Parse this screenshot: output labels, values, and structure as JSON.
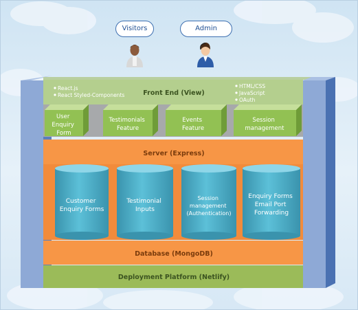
{
  "actors": [
    {
      "label": "Visitors"
    },
    {
      "label": "Admin"
    }
  ],
  "front_end": {
    "title": "Front End (View)",
    "left_tech": [
      "React.js",
      "React Styled-Components"
    ],
    "right_tech": [
      "HTML/CSS",
      "JavaScript",
      "OAuth"
    ],
    "features": [
      {
        "lines": [
          "User",
          "Enquiry",
          "Form"
        ]
      },
      {
        "lines": [
          "Testimonials",
          "Feature"
        ]
      },
      {
        "lines": [
          "Events",
          "Feature"
        ]
      },
      {
        "lines": [
          "Session",
          "management"
        ]
      }
    ]
  },
  "server": {
    "title": "Server (Express)"
  },
  "database": {
    "title": "Database (MongoDB)",
    "collections": [
      {
        "lines": [
          "Customer",
          "Enquiry Forms"
        ]
      },
      {
        "lines": [
          "Testimonial",
          "Inputs"
        ]
      },
      {
        "lines": [
          "Session",
          "management",
          "(Authentication)"
        ]
      },
      {
        "lines": [
          "Enquiry Forms",
          "Email Port",
          "Forwarding"
        ]
      }
    ]
  },
  "deployment": {
    "title": "Deployment Platform (Netlify)"
  },
  "colors": {
    "front_end_layer": "#b4cf8e",
    "feature_cube": "#92c153",
    "server_layer": "#f79646",
    "database_cylinder": "#4aacc6",
    "deployment_layer": "#9bbb59",
    "pillar": "#8ea9d6",
    "actor_border": "#3d6fb0"
  }
}
